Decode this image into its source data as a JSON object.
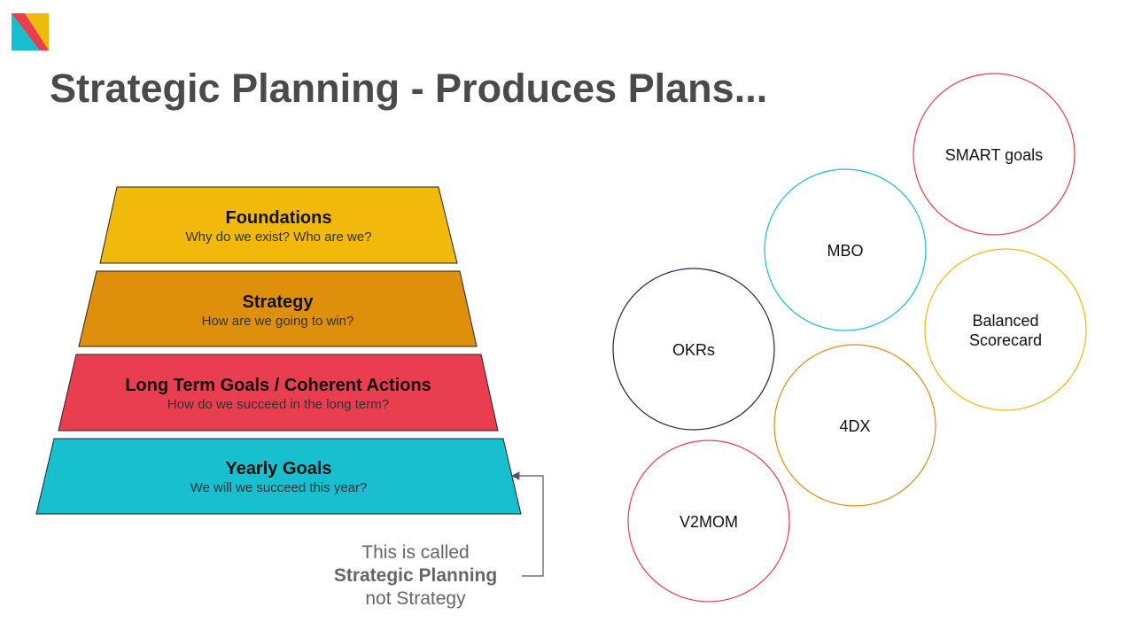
{
  "slide": {
    "title": "Strategic Planning - Produces Plans..."
  },
  "logo": {
    "name": "triangle-logo",
    "colors": [
      "#f0b90b",
      "#e83e4f",
      "#17bfcf"
    ]
  },
  "pyramid": {
    "tiers": [
      {
        "heading": "Foundations",
        "subtitle": "Why do we exist? Who are we?",
        "color": "#f0b90b"
      },
      {
        "heading": "Strategy",
        "subtitle": "How are we going to win?",
        "color": "#de8f0c"
      },
      {
        "heading": "Long Term Goals / Coherent Actions",
        "subtitle": "How do we succeed in the long term?",
        "color": "#e83e4f"
      },
      {
        "heading": "Yearly Goals",
        "subtitle": "We will we succeed this year?",
        "color": "#17bfcf"
      }
    ]
  },
  "note": {
    "line1": "This is called",
    "line2": "Strategic Planning",
    "line3": "not Strategy"
  },
  "frameworks": [
    {
      "label": "SMART goals",
      "color": "#e83e4f"
    },
    {
      "label": "MBO",
      "color": "#17bfcf"
    },
    {
      "label": "Balanced Scorecard",
      "color": "#f0b90b"
    },
    {
      "label": "OKRs",
      "color": "#1c2a4a"
    },
    {
      "label": "4DX",
      "color": "#de8f0c"
    },
    {
      "label": "V2MOM",
      "color": "#e83e4f"
    }
  ]
}
